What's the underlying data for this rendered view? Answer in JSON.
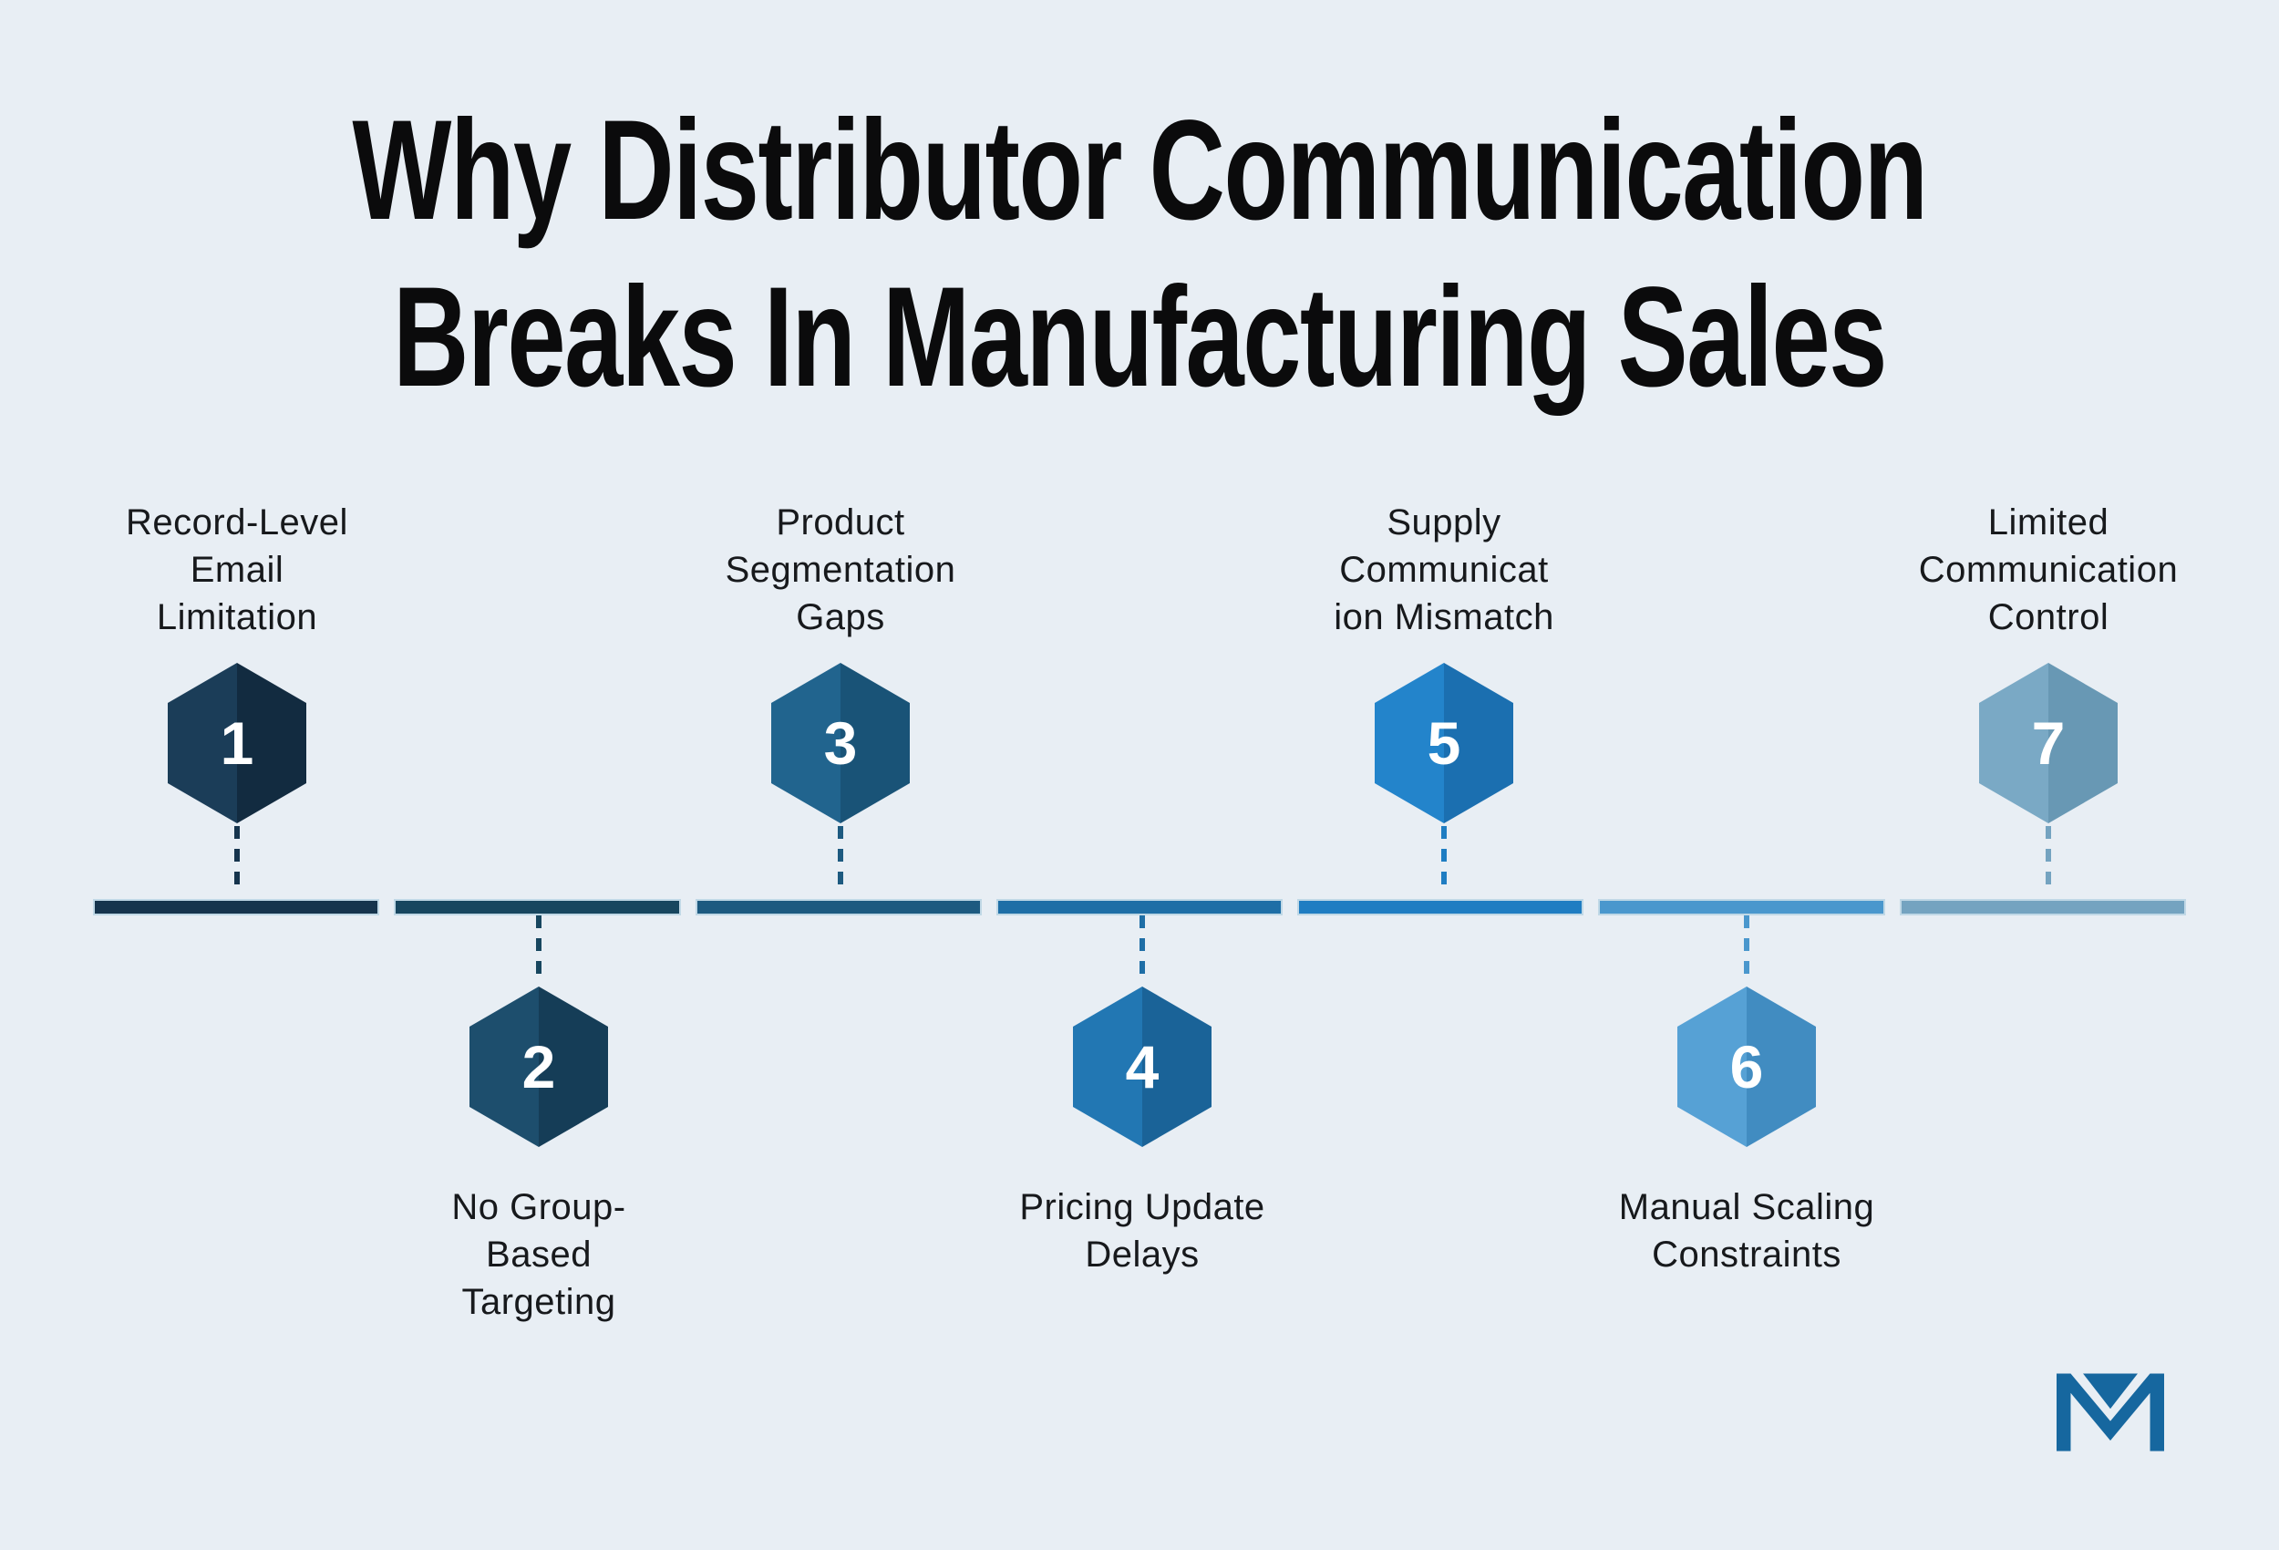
{
  "title": "Why Distributor Communication\nBreaks In Manufacturing Sales",
  "colors": {
    "background": "#e8eef4",
    "title_text": "#0b0b0c",
    "label_text": "#17191c",
    "number_text": "#ffffff",
    "logo": "#16679f"
  },
  "items": [
    {
      "number": "1",
      "label": "Record-Level\nEmail\nLimitation",
      "position": "top",
      "color": "#16344d",
      "color_left": "#1b3d58",
      "color_right": "#122b40"
    },
    {
      "number": "2",
      "label": "No Group-\nBased\nTargeting",
      "position": "bottom",
      "color": "#17465f",
      "color_left": "#1d4e6d",
      "color_right": "#153d57"
    },
    {
      "number": "3",
      "label": "Product\nSegmentation\nGaps",
      "position": "top",
      "color": "#1d5a80",
      "color_left": "#21648e",
      "color_right": "#195377"
    },
    {
      "number": "4",
      "label": "Pricing Update\nDelays",
      "position": "bottom",
      "color": "#1e6ea6",
      "color_left": "#2277b3",
      "color_right": "#1a6398"
    },
    {
      "number": "5",
      "label": "Supply\nCommunicat\nion Mismatch",
      "position": "top",
      "color": "#1f7dc2",
      "color_left": "#2384cb",
      "color_right": "#1b6fb0"
    },
    {
      "number": "6",
      "label": "Manual Scaling\nConstraints",
      "position": "bottom",
      "color": "#4a97cd",
      "color_left": "#56a1d5",
      "color_right": "#418cc1"
    },
    {
      "number": "7",
      "label": "Limited\nCommunication\nControl",
      "position": "top",
      "color": "#74a3c0",
      "color_left": "#7aa9c5",
      "color_right": "#6898b4"
    }
  ],
  "logo": {
    "icon": "envelope-m-logo"
  }
}
